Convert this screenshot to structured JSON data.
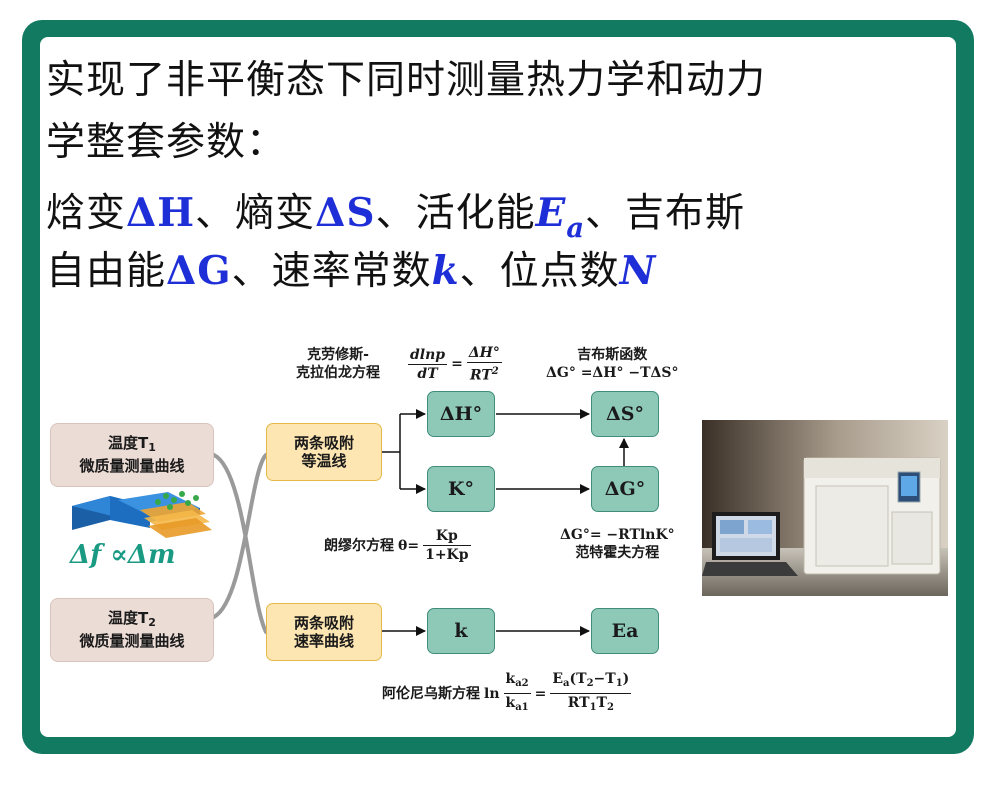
{
  "headline": {
    "line1": "实现了非平衡态下同时测量热力学和动力",
    "line2": "学整套参数：",
    "line3_parts": [
      "焓变",
      "ΔH",
      "、熵变",
      "ΔS",
      "、活化能",
      "E",
      "a",
      "、吉布斯"
    ],
    "line4_parts": [
      "自由能",
      "ΔG",
      "、速率常数",
      "k",
      "、位点数",
      "N"
    ]
  },
  "diagram": {
    "condition1": {
      "text": "温度T",
      "sub": "1",
      "text2": "微质量测量曲线"
    },
    "condition2": {
      "text": "温度T",
      "sub": "2",
      "text2": "微质量测量曲线"
    },
    "sensor_formula": "Δf ∝Δm",
    "isotherm_box": {
      "line1": "两条吸附",
      "line2": "等温线"
    },
    "rate_box": {
      "line1": "两条吸附",
      "line2": "速率曲线"
    },
    "params": {
      "dH": "ΔH°",
      "K": "K°",
      "dS": "ΔS°",
      "dG": "ΔG°",
      "k": "k",
      "Ea": "Ea"
    },
    "clausius": {
      "name1": "克劳修斯-",
      "name2": "克拉伯龙方程",
      "lhs_num": "dlnp",
      "lhs_den": "dT",
      "eq": "=",
      "rhs_num": "ΔH°",
      "rhs_den": "RT",
      "rhs_den_sup": "2"
    },
    "gibbs": {
      "name": "吉布斯函数",
      "formula": "ΔG° =ΔH° −TΔS°"
    },
    "langmuir": {
      "name": "朗缪尔方程",
      "theta": "θ=",
      "num": "Kp",
      "den": "1+Kp"
    },
    "vanthoff": {
      "formula": "ΔG°= −RTlnK°",
      "name": "范特霍夫方程"
    },
    "arrhenius": {
      "name": "阿伦尼乌斯方程",
      "ln": "ln",
      "lhs_num": "k",
      "lhs_num_sub": "a2",
      "lhs_den": "k",
      "lhs_den_sub": "a1",
      "eq": "=",
      "rhs_num_a": "E",
      "rhs_num_a_sub": "a",
      "rhs_num_b": "(T",
      "rhs_num_b_sub": "2",
      "rhs_num_c": "−T",
      "rhs_num_c_sub": "1",
      "rhs_num_d": ")",
      "rhs_den_a": "RT",
      "rhs_den_a_sub": "1",
      "rhs_den_b": "T",
      "rhs_den_b_sub": "2"
    }
  },
  "colors": {
    "frame": "#137a62",
    "symbol_blue": "#1f2fd8",
    "param_fill": "#8ec9b8",
    "curve_fill": "#fde6b2",
    "condition_fill": "#ecdcd6",
    "sensor_text": "#1b9a83"
  }
}
